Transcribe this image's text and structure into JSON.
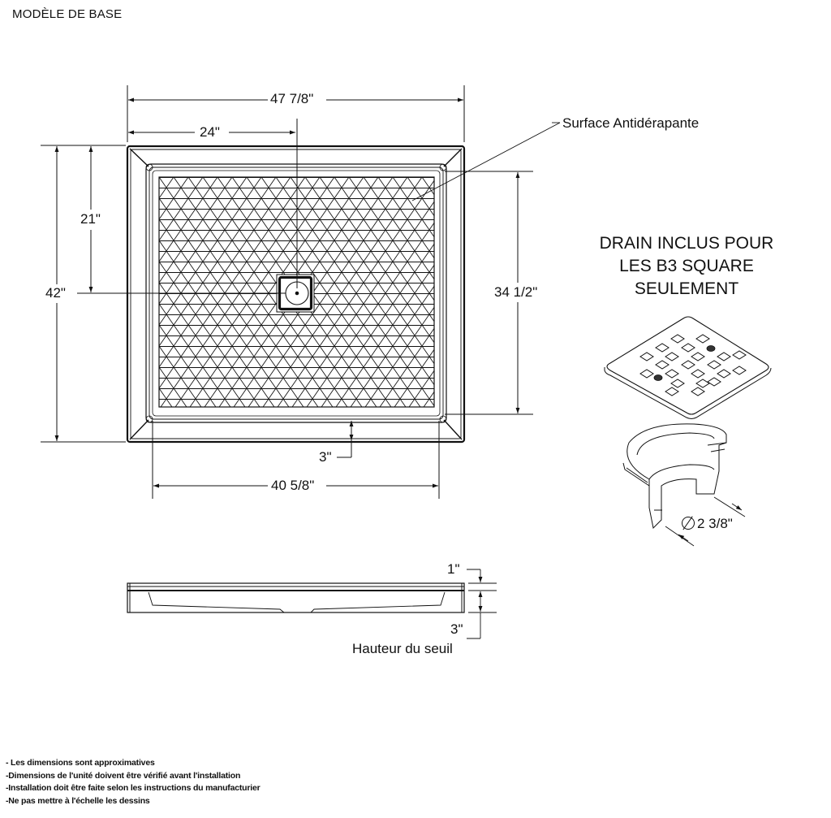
{
  "title": "MODÈLE DE BASE",
  "top_view": {
    "dimensions": {
      "overall_width": "47 7/8\"",
      "drain_offset_x": "24\"",
      "overall_depth": "42\"",
      "drain_offset_y": "21\"",
      "inner_depth": "34 1/2\"",
      "inner_width": "40 5/8\"",
      "threshold_width": "3\""
    },
    "callouts": {
      "surface": "Surface Antidérapante"
    }
  },
  "drain_section": {
    "heading_lines": [
      "DRAIN INCLUS POUR",
      "LES B3 SQUARE",
      "SEULEMENT"
    ],
    "diameter": "2 3/8\"",
    "diameter_icon": "diameter-symbol"
  },
  "side_view": {
    "dimensions": {
      "lip_height": "1\"",
      "threshold_height": "3\""
    },
    "threshold_label": "Hauteur du seuil"
  },
  "notes": [
    "- Les dimensions sont approximatives",
    "-Dimensions de l'unité doivent être vérifié avant l'installation",
    "-Installation doit être faite selon les instructions du manufacturier",
    "-Ne pas mettre à l'échelle les dessins"
  ],
  "colors": {
    "line": "#111111",
    "background": "#ffffff"
  }
}
